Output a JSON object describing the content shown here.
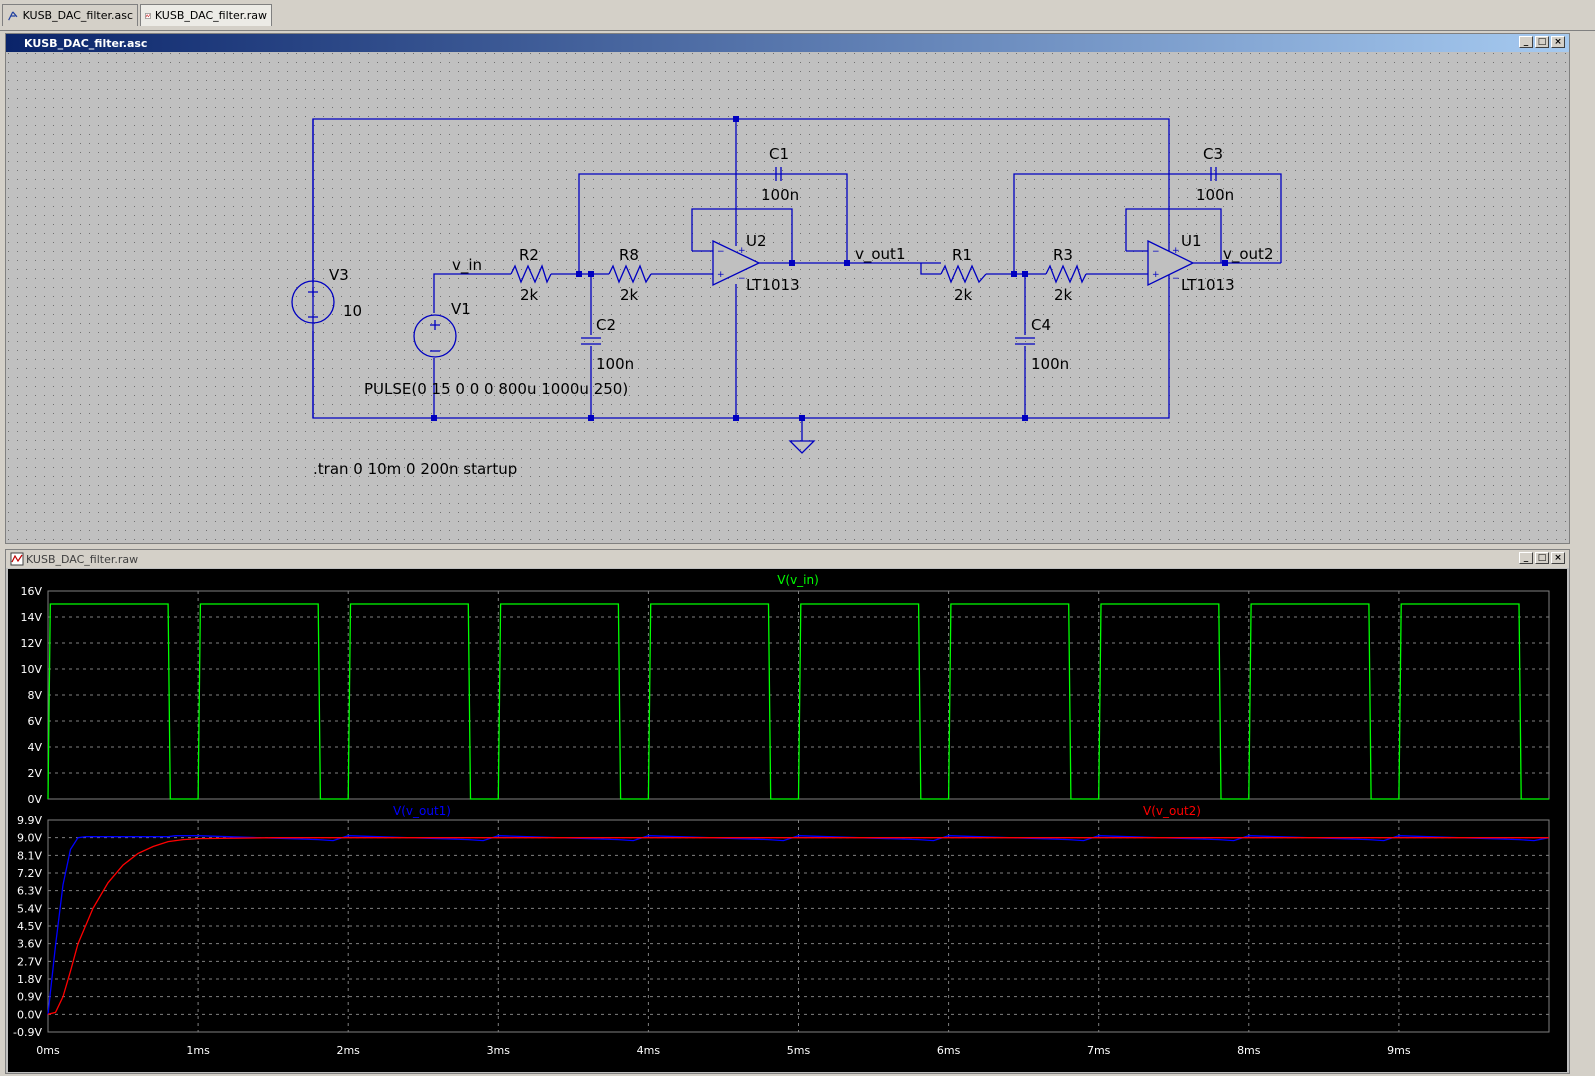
{
  "tabs": [
    {
      "label": "KUSB_DAC_filter.asc",
      "active": false,
      "icon": "schematic-icon"
    },
    {
      "label": "KUSB_DAC_filter.raw",
      "active": true,
      "icon": "waveform-icon"
    }
  ],
  "schematic_window": {
    "title": "KUSB_DAC_filter.asc",
    "buttons": [
      "_",
      "□",
      "×"
    ],
    "components": {
      "v3": {
        "name": "V3",
        "value": "10"
      },
      "v1": {
        "name": "V1",
        "value": "PULSE(0 15 0 0 0 800u 1000u 250)"
      },
      "r2": {
        "name": "R2",
        "value": "2k"
      },
      "r8": {
        "name": "R8",
        "value": "2k"
      },
      "r1": {
        "name": "R1",
        "value": "2k"
      },
      "r3": {
        "name": "R3",
        "value": "2k"
      },
      "c1": {
        "name": "C1",
        "value": "100n"
      },
      "c2": {
        "name": "C2",
        "value": "100n"
      },
      "c3": {
        "name": "C3",
        "value": "100n"
      },
      "c4": {
        "name": "C4",
        "value": "100n"
      },
      "u2": {
        "name": "U2",
        "model": "LT1013"
      },
      "u1": {
        "name": "U1",
        "model": "LT1013"
      }
    },
    "nets": {
      "v_in": "v_in",
      "v_out1": "v_out1",
      "v_out2": "v_out2"
    },
    "directive": ".tran 0 10m 0 200n startup"
  },
  "waveform_window": {
    "title": "KUSB_DAC_filter.raw",
    "buttons": [
      "_",
      "□",
      "×"
    ],
    "background": "#000000",
    "grid_color": "#808080"
  },
  "chart_data": [
    {
      "type": "line",
      "title": "V(v_in)",
      "xlim": [
        0,
        10
      ],
      "xunit": "ms",
      "ylim": [
        0,
        16
      ],
      "yticks": [
        "0V",
        "2V",
        "4V",
        "6V",
        "8V",
        "10V",
        "12V",
        "14V",
        "16V"
      ],
      "grid": true,
      "series": [
        {
          "name": "V(v_in)",
          "color": "#00ff00",
          "pulse": {
            "low": 0,
            "high": 15,
            "period_ms": 1.0,
            "on_ms": 0.8,
            "start_ms": 0
          }
        }
      ]
    },
    {
      "type": "line",
      "xlim": [
        0,
        10
      ],
      "xunit": "ms",
      "xticks": [
        "0ms",
        "1ms",
        "2ms",
        "3ms",
        "4ms",
        "5ms",
        "6ms",
        "7ms",
        "8ms",
        "9ms"
      ],
      "ylim": [
        -0.9,
        9.9
      ],
      "yticks": [
        "-0.9V",
        "0.0V",
        "0.9V",
        "1.8V",
        "2.7V",
        "3.6V",
        "4.5V",
        "5.4V",
        "6.3V",
        "7.2V",
        "8.1V",
        "9.0V",
        "9.9V"
      ],
      "grid": true,
      "series": [
        {
          "name": "V(v_out1)",
          "color": "#0000ff",
          "x": [
            0,
            0.05,
            0.1,
            0.15,
            0.2,
            0.25,
            0.4,
            0.6,
            0.8,
            0.85,
            1.0,
            1.8,
            1.9,
            2.0,
            2.8,
            2.9,
            3.0,
            3.8,
            3.9,
            4.0,
            4.8,
            4.9,
            5.0,
            5.8,
            5.9,
            6.0,
            6.8,
            6.9,
            7.0,
            7.8,
            7.9,
            8.0,
            8.8,
            8.9,
            9.0,
            9.8,
            9.9,
            10.0
          ],
          "values": [
            0,
            3.5,
            6.6,
            8.4,
            9.0,
            9.05,
            9.05,
            9.05,
            9.05,
            9.1,
            9.1,
            8.9,
            8.85,
            9.1,
            8.9,
            8.85,
            9.1,
            8.9,
            8.85,
            9.1,
            8.9,
            8.85,
            9.1,
            8.9,
            8.85,
            9.1,
            8.9,
            8.85,
            9.1,
            8.9,
            8.85,
            9.1,
            8.9,
            8.85,
            9.1,
            8.9,
            8.85,
            9.0
          ]
        },
        {
          "name": "V(v_out2)",
          "color": "#ff0000",
          "x": [
            0,
            0.05,
            0.1,
            0.15,
            0.2,
            0.3,
            0.4,
            0.5,
            0.6,
            0.7,
            0.8,
            0.9,
            1.0,
            1.5,
            2.0,
            3.0,
            4.0,
            5.0,
            6.0,
            7.0,
            8.0,
            9.0,
            10.0
          ],
          "values": [
            0,
            0.1,
            0.9,
            2.2,
            3.6,
            5.4,
            6.7,
            7.6,
            8.2,
            8.55,
            8.8,
            8.9,
            8.95,
            9.0,
            9.0,
            9.0,
            9.0,
            9.0,
            9.0,
            9.0,
            9.0,
            9.0,
            9.0
          ]
        }
      ]
    }
  ]
}
